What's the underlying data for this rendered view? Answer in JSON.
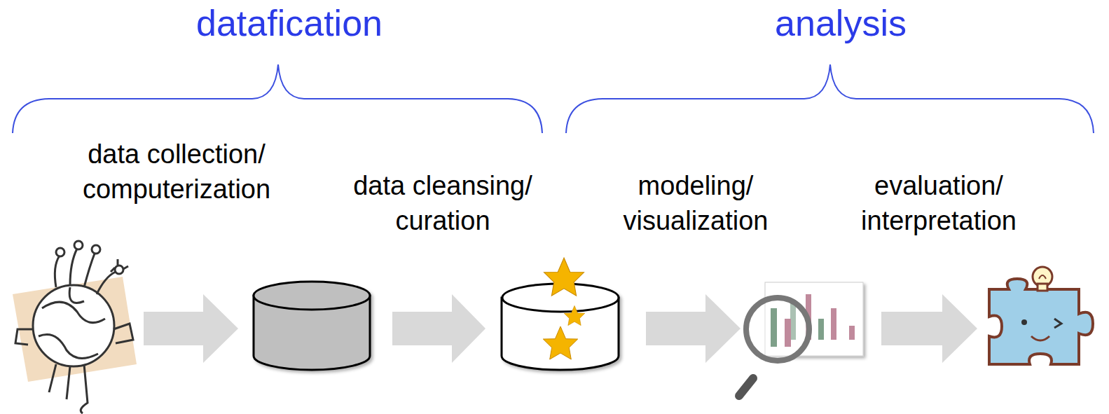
{
  "diagram": {
    "labels": [
      "datafication",
      "analysis",
      "data collection/ computerization",
      "data cleansing/ curation",
      "modeling/ visualization",
      "evaluation/ interpretation"
    ]
  }
}
